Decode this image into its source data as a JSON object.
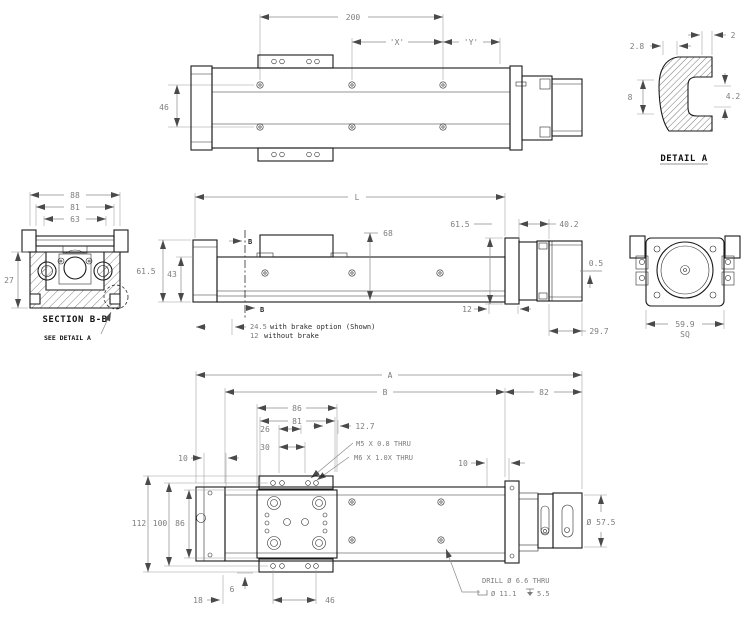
{
  "drawing": {
    "background": "#ffffff",
    "line_color": "#1a1a1a",
    "dim_color": "#7d7d7d",
    "top_view": {
      "d200": "200",
      "dX": "'X'",
      "dY": "'Y'",
      "d46": "46"
    },
    "detail_a": {
      "title": "DETAIL A",
      "d28": "2.8",
      "d2": "2",
      "d8": "8",
      "d42": "4.2"
    },
    "section_bb": {
      "title": "SECTION B-B",
      "see_detail": "SEE DETAIL A",
      "d88": "88",
      "d81": "81",
      "d63": "63",
      "d27": "27"
    },
    "side_view": {
      "dL": "L",
      "d68": "68",
      "d615_left": "61.5",
      "d43": "43",
      "d615_right": "61.5",
      "d402": "40.2",
      "d05": "0.5",
      "d12": "12",
      "d297": "29.7",
      "marker_top": "B",
      "marker_bottom": "B",
      "brake_val": "24.5",
      "brake_label": "with brake option (Shown)",
      "nobrake_val": "12",
      "nobrake_label": "without brake"
    },
    "motor_view": {
      "d599": "59.9",
      "sq": "SQ"
    },
    "bottom_view": {
      "dA": "A",
      "dB": "B",
      "d82": "82",
      "d86_top": "86",
      "d81": "81",
      "d26": "26",
      "d30": "30",
      "d127": "12.7",
      "m5": "M5 X 0.8 THRU",
      "m6": "M6 X 1.0X THRU",
      "d10_left": "10",
      "d10_right": "10",
      "d112": "112",
      "d100": "100",
      "d86_left": "86",
      "d6": "6",
      "d18": "18",
      "d46": "46",
      "dia": "Ø 57.5",
      "drill": "DRILL Ø 6.6 THRU",
      "cbore": "Ø 11.1",
      "depth": "5.5"
    }
  }
}
